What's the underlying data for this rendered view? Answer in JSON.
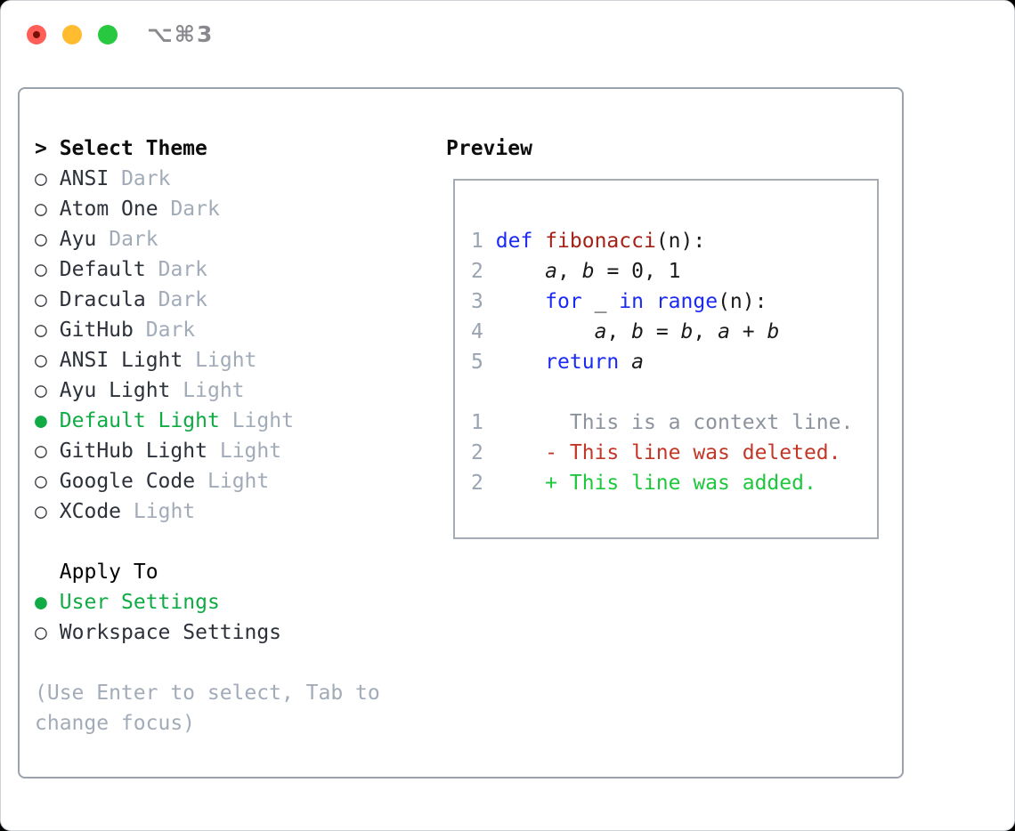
{
  "window": {
    "title": "⌥⌘3"
  },
  "colors": {
    "green-selected": "#10ab44",
    "diff-add": "#1ec83c",
    "diff-del": "#c33728",
    "keyword-blue": "#1b2af2",
    "function-red": "#a32117",
    "text-dark": "#2c313a",
    "muted": "#a2abb8",
    "linenum": "#9aa3b2",
    "context-gray": "#8c939e",
    "border-gray": "#9aa2ac"
  },
  "icons": {
    "radio_unselected": "○",
    "radio_selected": "●",
    "focus_caret": "> "
  },
  "theme_selector": {
    "header": {
      "prefix": "> ",
      "label": "Select Theme"
    },
    "items": [
      {
        "marker": "○",
        "name": "ANSI",
        "variant": "Dark",
        "state": "normal"
      },
      {
        "marker": "○",
        "name": "Atom One",
        "variant": "Dark",
        "state": "normal"
      },
      {
        "marker": "○",
        "name": "Ayu",
        "variant": "Dark",
        "state": "normal"
      },
      {
        "marker": "○",
        "name": "Default",
        "variant": "Dark",
        "state": "normal"
      },
      {
        "marker": "○",
        "name": "Dracula",
        "variant": "Dark",
        "state": "normal"
      },
      {
        "marker": "○",
        "name": "GitHub",
        "variant": "Dark",
        "state": "normal"
      },
      {
        "marker": "○",
        "name": "ANSI Light",
        "variant": "Light",
        "state": "normal"
      },
      {
        "marker": "○",
        "name": "Ayu Light",
        "variant": "Light",
        "state": "normal"
      },
      {
        "marker": "●",
        "name": "Default Light",
        "variant": "Light",
        "state": "selected"
      },
      {
        "marker": "○",
        "name": "GitHub Light",
        "variant": "Light",
        "state": "normal"
      },
      {
        "marker": "○",
        "name": "Google Code",
        "variant": "Light",
        "state": "normal"
      },
      {
        "marker": "○",
        "name": "XCode",
        "variant": "Light",
        "state": "normal"
      }
    ],
    "apply_to": {
      "label": "Apply To",
      "options": [
        {
          "marker": "●",
          "label": "User Settings",
          "state": "selected"
        },
        {
          "marker": "○",
          "label": "Workspace Settings",
          "state": "normal"
        }
      ]
    },
    "help_lines": [
      "(Use Enter to select, Tab to",
      "change focus)"
    ]
  },
  "preview": {
    "label": "Preview",
    "code_lines": [
      {
        "num": "1",
        "tokens": [
          {
            "type": "kw",
            "text": "def"
          },
          {
            "type": "plain",
            "text": " "
          },
          {
            "type": "fn",
            "text": "fibonacci"
          },
          {
            "type": "plain",
            "text": "(n):"
          }
        ]
      },
      {
        "num": "2",
        "tokens": [
          {
            "type": "plain",
            "text": "    "
          },
          {
            "type": "var",
            "text": "a"
          },
          {
            "type": "plain",
            "text": ", "
          },
          {
            "type": "var",
            "text": "b"
          },
          {
            "type": "plain",
            "text": " = 0, 1"
          }
        ]
      },
      {
        "num": "3",
        "tokens": [
          {
            "type": "plain",
            "text": "    "
          },
          {
            "type": "kw",
            "text": "for"
          },
          {
            "type": "plain",
            "text": " _ "
          },
          {
            "type": "kw",
            "text": "in"
          },
          {
            "type": "plain",
            "text": " "
          },
          {
            "type": "kw",
            "text": "range"
          },
          {
            "type": "plain",
            "text": "(n):"
          }
        ]
      },
      {
        "num": "4",
        "tokens": [
          {
            "type": "plain",
            "text": "        "
          },
          {
            "type": "var",
            "text": "a"
          },
          {
            "type": "plain",
            "text": ", "
          },
          {
            "type": "var",
            "text": "b"
          },
          {
            "type": "plain",
            "text": " = "
          },
          {
            "type": "var",
            "text": "b"
          },
          {
            "type": "plain",
            "text": ", "
          },
          {
            "type": "var",
            "text": "a"
          },
          {
            "type": "plain",
            "text": " + "
          },
          {
            "type": "var",
            "text": "b"
          }
        ]
      },
      {
        "num": "5",
        "tokens": [
          {
            "type": "plain",
            "text": "    "
          },
          {
            "type": "kw",
            "text": "return"
          },
          {
            "type": "plain",
            "text": " "
          },
          {
            "type": "var",
            "text": "a"
          }
        ]
      }
    ],
    "diff_lines": [
      {
        "num": "1",
        "tokens": [
          {
            "type": "muted",
            "text": "      This is a context line."
          }
        ]
      },
      {
        "num": "2",
        "tokens": [
          {
            "type": "del",
            "text": "    - This line was deleted."
          }
        ]
      },
      {
        "num": "2",
        "tokens": [
          {
            "type": "add",
            "text": "    + This line was added."
          }
        ]
      }
    ]
  }
}
